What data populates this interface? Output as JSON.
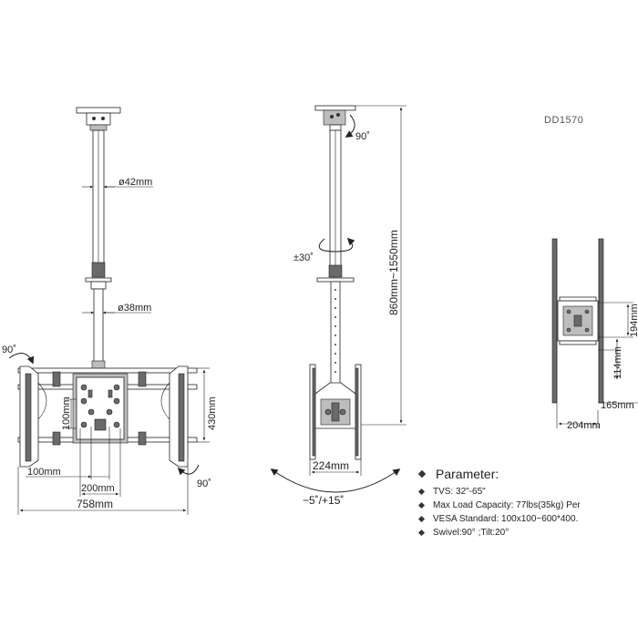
{
  "model_code": "DD1570",
  "front_view": {
    "dim_pole_upper": "ø42mm",
    "dim_pole_lower": "ø38mm",
    "rotate_left": "90˚",
    "rotate_right": "90˚",
    "dim_height_430": "430mm",
    "dim_100_vertical": "100mm",
    "dim_100_horizontal": "100mm",
    "dim_200": "200mm",
    "dim_758": "758mm"
  },
  "side_view": {
    "swivel_top": "90˚",
    "rotate_pole": "±30˚",
    "dim_length": "860mm~1550mm",
    "dim_224": "224mm",
    "tilt": "−5˚/+15˚"
  },
  "small_view": {
    "dim_194": "194mm",
    "dim_114": "114mm",
    "dim_165": "165mm",
    "dim_204": "204mm"
  },
  "parameters": {
    "title": "Parameter:",
    "items": [
      "TVS: 32\"-65\"",
      "Max Load Capacity: 77lbs(35kg) Per",
      "VESA Standard: 100x100~600*400.",
      "Swivel:90° ;Tilt:20°"
    ]
  }
}
